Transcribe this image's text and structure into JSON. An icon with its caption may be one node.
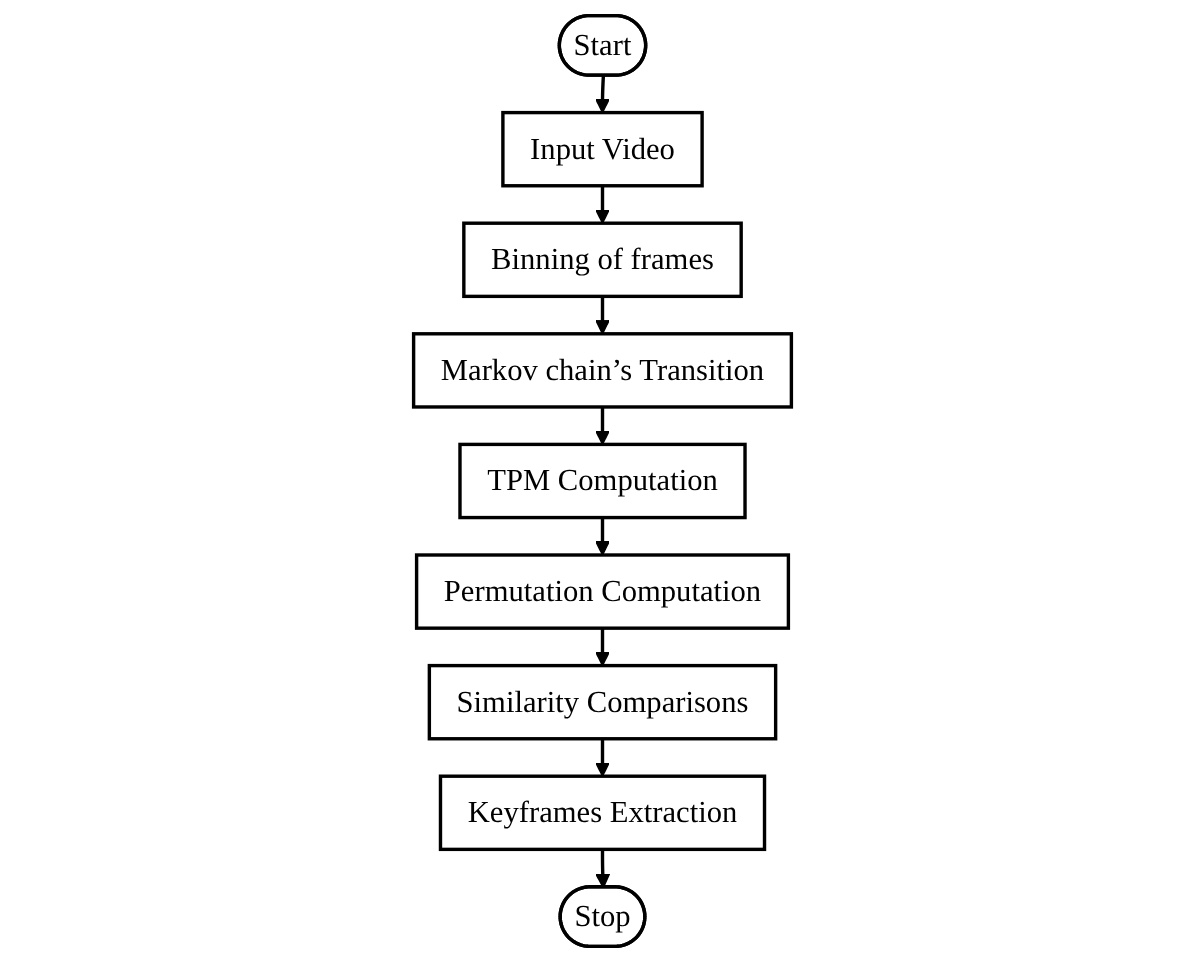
{
  "diagram": {
    "nodes": [
      {
        "text": [
          "Start"
        ]
      },
      {
        "text": [
          "Input Video"
        ]
      },
      {
        "text": [
          "Binning of frames"
        ]
      },
      {
        "text": [
          "Markov chain’s Transition"
        ]
      },
      {
        "text": [
          "TPM Computation"
        ]
      },
      {
        "text": [
          "Permutation Computation"
        ]
      },
      {
        "text": [
          "Similarity Comparisons"
        ]
      },
      {
        "text": [
          "Keyframes Extraction"
        ]
      },
      {
        "text": [
          "Stop"
        ]
      }
    ],
    "edges": [
      {
        "from": 0,
        "to": 1,
        "arrow": "to"
      },
      {
        "from": 1,
        "to": 2,
        "arrow": "to"
      },
      {
        "from": 2,
        "to": 3,
        "arrow": "to"
      },
      {
        "from": 3,
        "to": 4,
        "arrow": "to"
      },
      {
        "from": 4,
        "to": 5,
        "arrow": "to"
      },
      {
        "from": 5,
        "to": 6,
        "arrow": "to"
      },
      {
        "from": 6,
        "to": 7,
        "arrow": "to"
      },
      {
        "from": 7,
        "to": 8,
        "arrow": "to"
      }
    ]
  }
}
